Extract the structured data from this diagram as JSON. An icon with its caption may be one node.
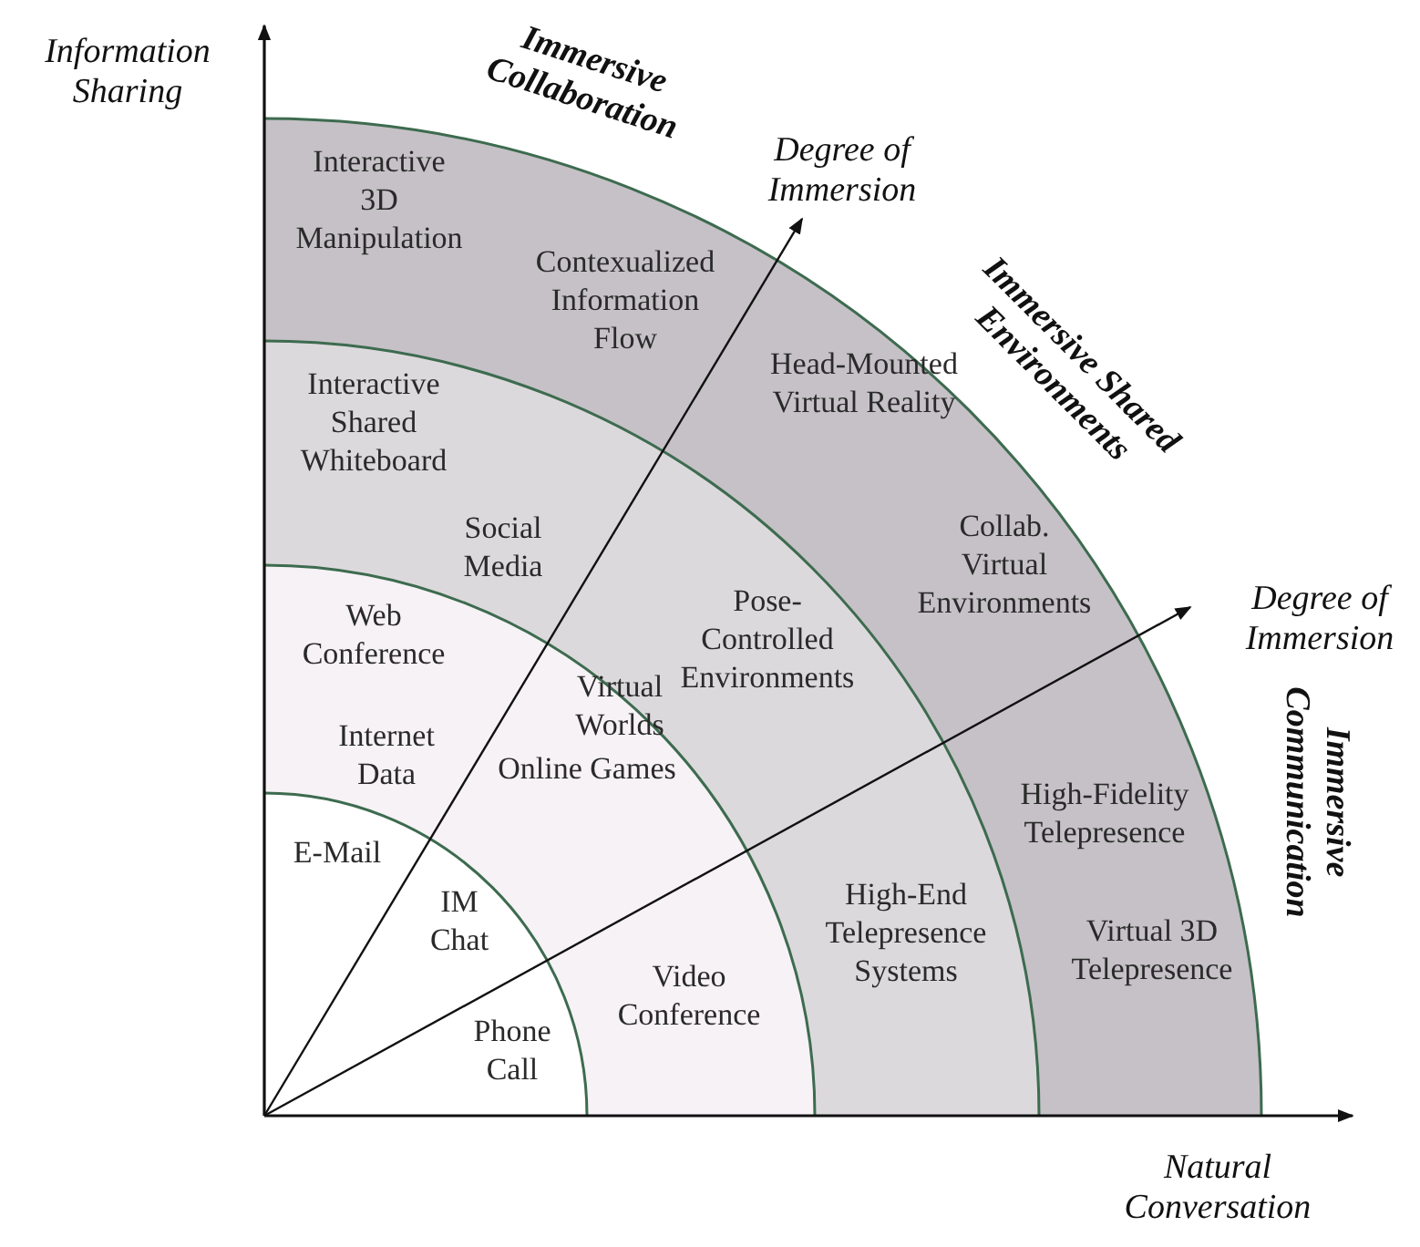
{
  "diagram": {
    "nodes": [
      {
        "text": [
          "E-Mail",
          "IM Chat",
          "Phone Call"
        ]
      },
      {
        "text": [
          "Web Conference",
          "Internet Data",
          "Virtual Worlds",
          "Online Games",
          "Video Conference"
        ]
      },
      {
        "text": [
          "Interactive Shared Whiteboard",
          "Social Media",
          "Pose-Controlled Environments",
          "High-End Telepresence Systems"
        ]
      },
      {
        "text": [
          "Interactive 3D Manipulation",
          "Contexualized Information Flow",
          "Head-Mounted Virtual Reality",
          "Collab. Virtual Environments",
          "High-Fidelity Telepresence",
          "Virtual 3D Telepresence"
        ]
      }
    ],
    "edges": [],
    "labels": [
      "Information Sharing",
      "Immersive Collaboration",
      "Degree of Immersion",
      "Immersive Shared Environments",
      "Degree of Immersion",
      "Immersive Communication",
      "Natural Conversation"
    ]
  }
}
